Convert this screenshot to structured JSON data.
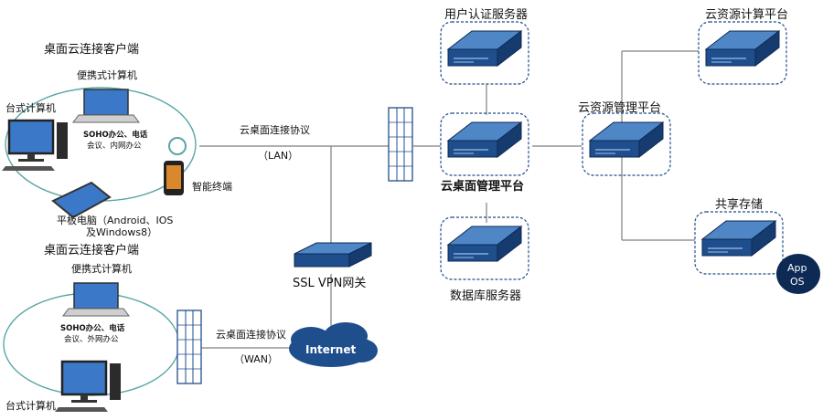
{
  "clients_top": {
    "title": "桌面云连接客户端",
    "laptop": "便携式计算机",
    "desktop": "台式计算机",
    "usage_line1": "SOHO办公、电话",
    "usage_line2": "会议、内网办公",
    "phone": "智能终端",
    "tablet_line1": "平板电脑（Android、IOS",
    "tablet_line2": "及Windows8）"
  },
  "clients_bottom": {
    "title": "桌面云连接客户端",
    "laptop": "便携式计算机",
    "desktop": "台式计算机",
    "usage_line1": "SOHO办公、电话",
    "usage_line2": "会议、外网办公"
  },
  "protocols": {
    "lan_name": "云桌面连接协议",
    "lan_tag": "（LAN）",
    "wan_name": "云桌面连接协议",
    "wan_tag": "（WAN）"
  },
  "gateway": {
    "label": "SSL VPN网关"
  },
  "internet": {
    "label": "Internet"
  },
  "servers": {
    "auth": "用户认证服务器",
    "desktop_mgmt": "云桌面管理平台",
    "database": "数据库服务器",
    "resource_mgmt": "云资源管理平台",
    "compute": "云资源计算平台",
    "storage": "共享存储"
  },
  "storage_badge": {
    "line1": "App",
    "line2": "OS"
  },
  "colors": {
    "server_face": "#1f4e8c",
    "server_edge": "#0d2a55",
    "line": "#7f7f7f",
    "ellipse": "#5aa6a6",
    "screen": "#3b78c8"
  }
}
